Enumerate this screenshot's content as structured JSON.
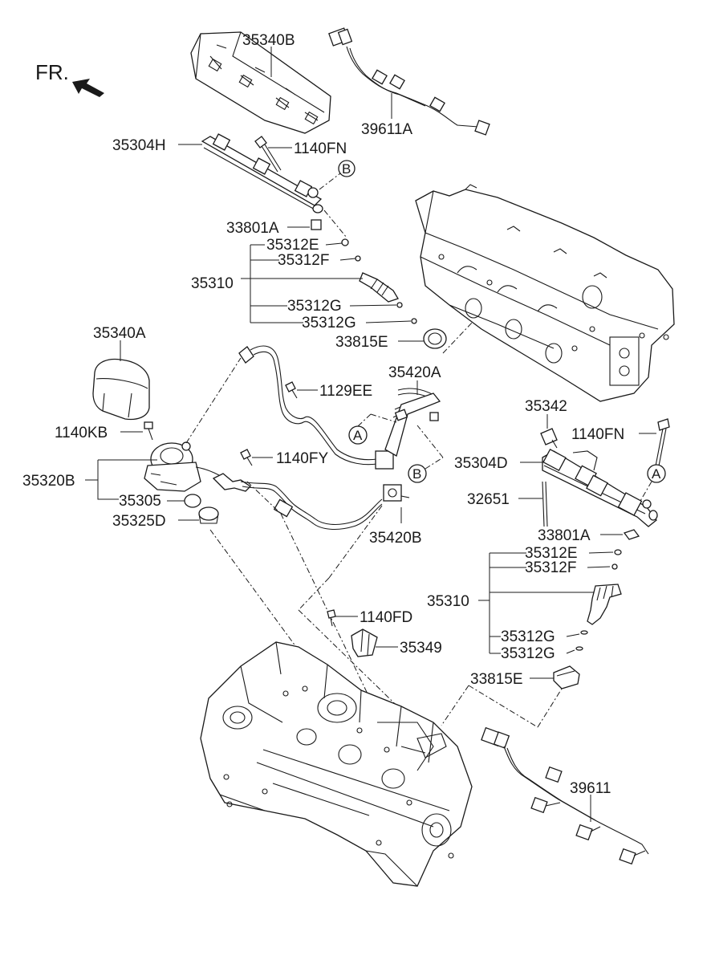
{
  "direction": {
    "label": "FR."
  },
  "labels": {
    "p35340B": "35340B",
    "p39611A": "39611A",
    "p35304H": "35304H",
    "p1140FN_top": "1140FN",
    "p33801A_top": "33801A",
    "p35312E_top": "35312E",
    "p35312F_top": "35312F",
    "p35310_top": "35310",
    "p35312G_top1": "35312G",
    "p35312G_top2": "35312G",
    "p33815E_top": "33815E",
    "p35340A": "35340A",
    "p1129EE": "1129EE",
    "p35420A": "35420A",
    "p1140KB": "1140KB",
    "p35320B": "35320B",
    "p1140FY": "1140FY",
    "p35305": "35305",
    "p35325D": "35325D",
    "p35420B": "35420B",
    "p35342": "35342",
    "p1140FN_right": "1140FN",
    "p35304D": "35304D",
    "p32651": "32651",
    "p33801A_right": "33801A",
    "p35312E_right": "35312E",
    "p35312F_right": "35312F",
    "p35310_right": "35310",
    "p35312G_right1": "35312G",
    "p35312G_right2": "35312G",
    "p1140FD": "1140FD",
    "p35349": "35349",
    "p33815E_right": "33815E",
    "p39611": "39611"
  },
  "callouts": {
    "a_left": "A",
    "b_left": "B",
    "a_right": "A",
    "b_top": "B"
  }
}
